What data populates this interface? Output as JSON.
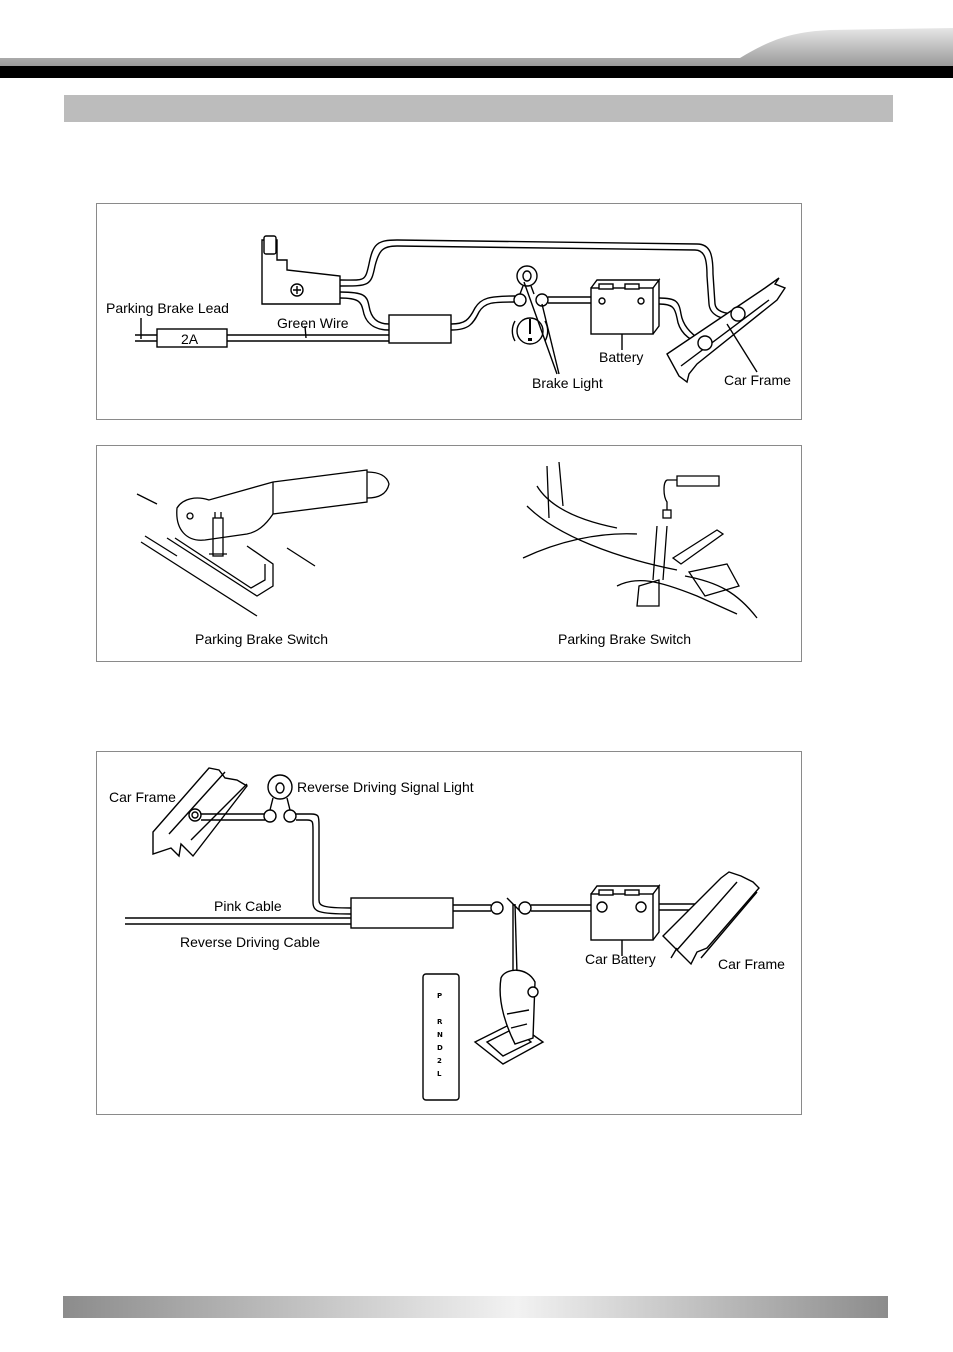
{
  "panel1": {
    "parking_brake_lead": "Parking Brake Lead",
    "fuse_label": "2A",
    "green_wire": "Green Wire",
    "battery": "Battery",
    "brake_light": "Brake Light",
    "car_frame": "Car Frame"
  },
  "panel2": {
    "left_caption": "Parking Brake Switch",
    "right_caption": "Parking Brake Switch"
  },
  "panel3": {
    "car_frame_left": "Car Frame",
    "reverse_light": "Reverse Driving Signal Light",
    "pink_cable": "Pink Cable",
    "reverse_cable": "Reverse Driving Cable",
    "car_battery": "Car Battery",
    "car_frame_right": "Car Frame",
    "gear_positions": [
      "P",
      "R",
      "N",
      "D",
      "2",
      "L"
    ]
  }
}
